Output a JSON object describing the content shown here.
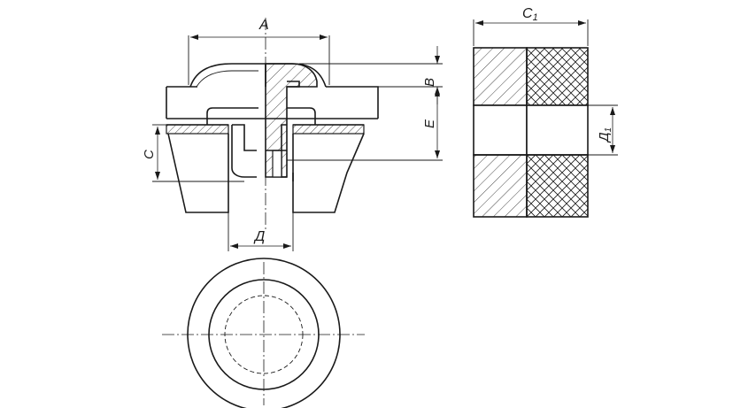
{
  "labels": {
    "A": "A",
    "B": "B",
    "E": "E",
    "C": "C",
    "D": "Д",
    "C1": "C",
    "C1_sub": "1",
    "D1": "Д",
    "D1_sub": "1"
  },
  "colors": {
    "stroke": "#1a1a1a",
    "background": "#ffffff"
  }
}
